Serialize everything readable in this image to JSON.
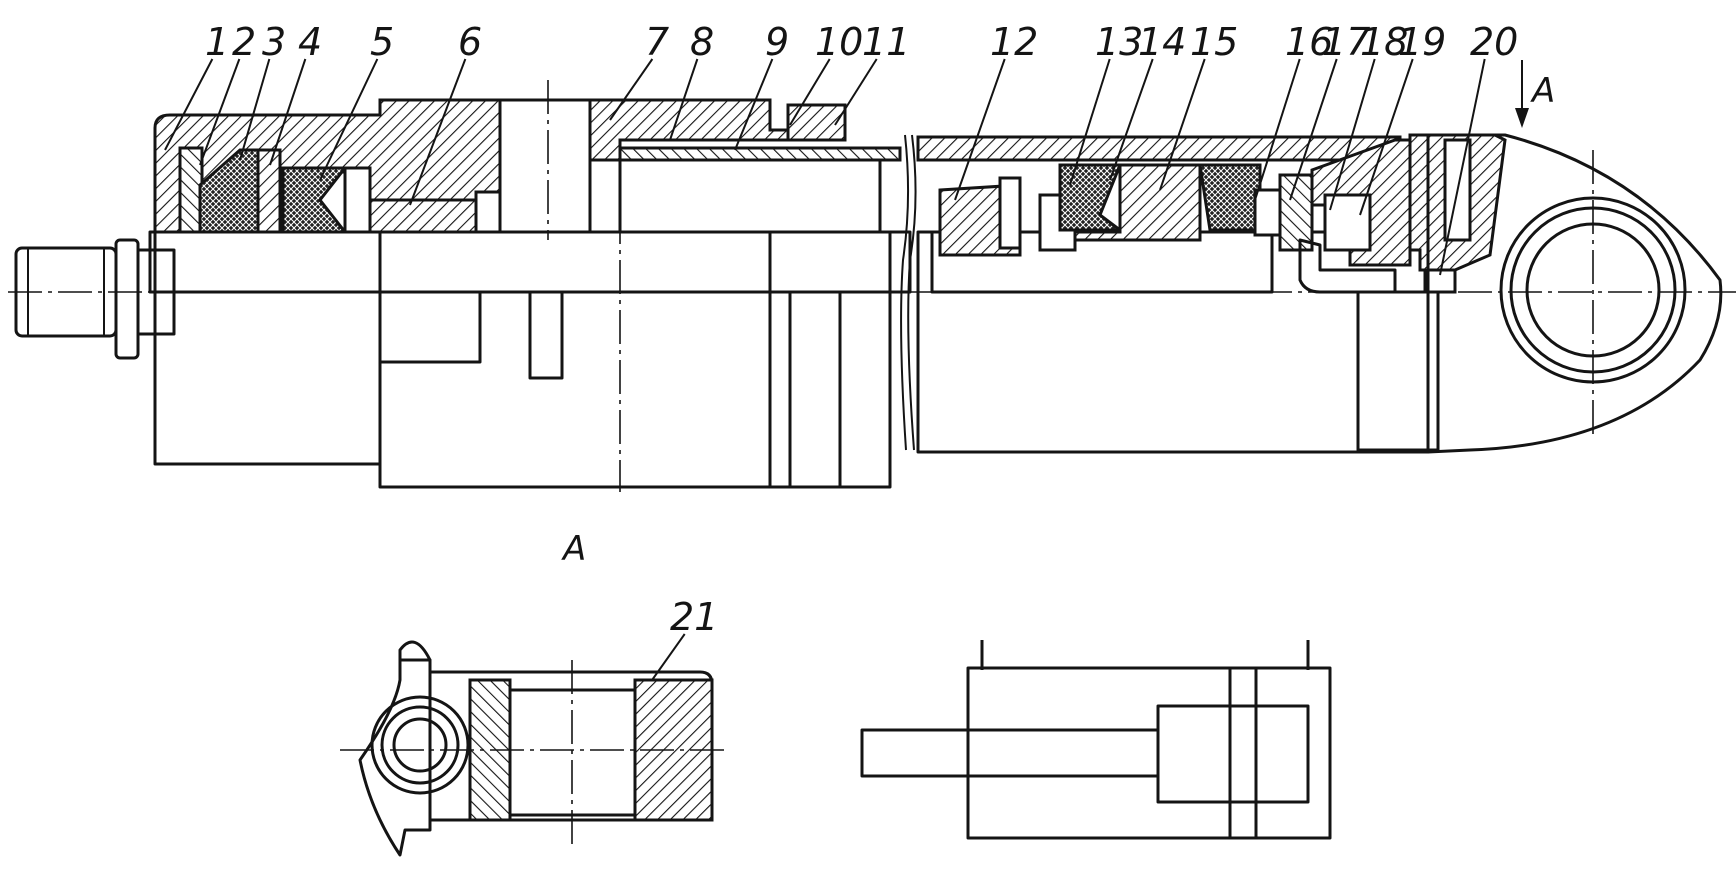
{
  "drawing": {
    "callouts": [
      "1",
      "2",
      "3",
      "4",
      "5",
      "6",
      "7",
      "8",
      "9",
      "10",
      "11",
      "12",
      "13",
      "14",
      "15",
      "16",
      "17",
      "18",
      "19",
      "20",
      "21"
    ],
    "view_marker": "A",
    "section_label": "A"
  },
  "colors": {
    "ink": "#141414",
    "paper": "#ffffff"
  }
}
